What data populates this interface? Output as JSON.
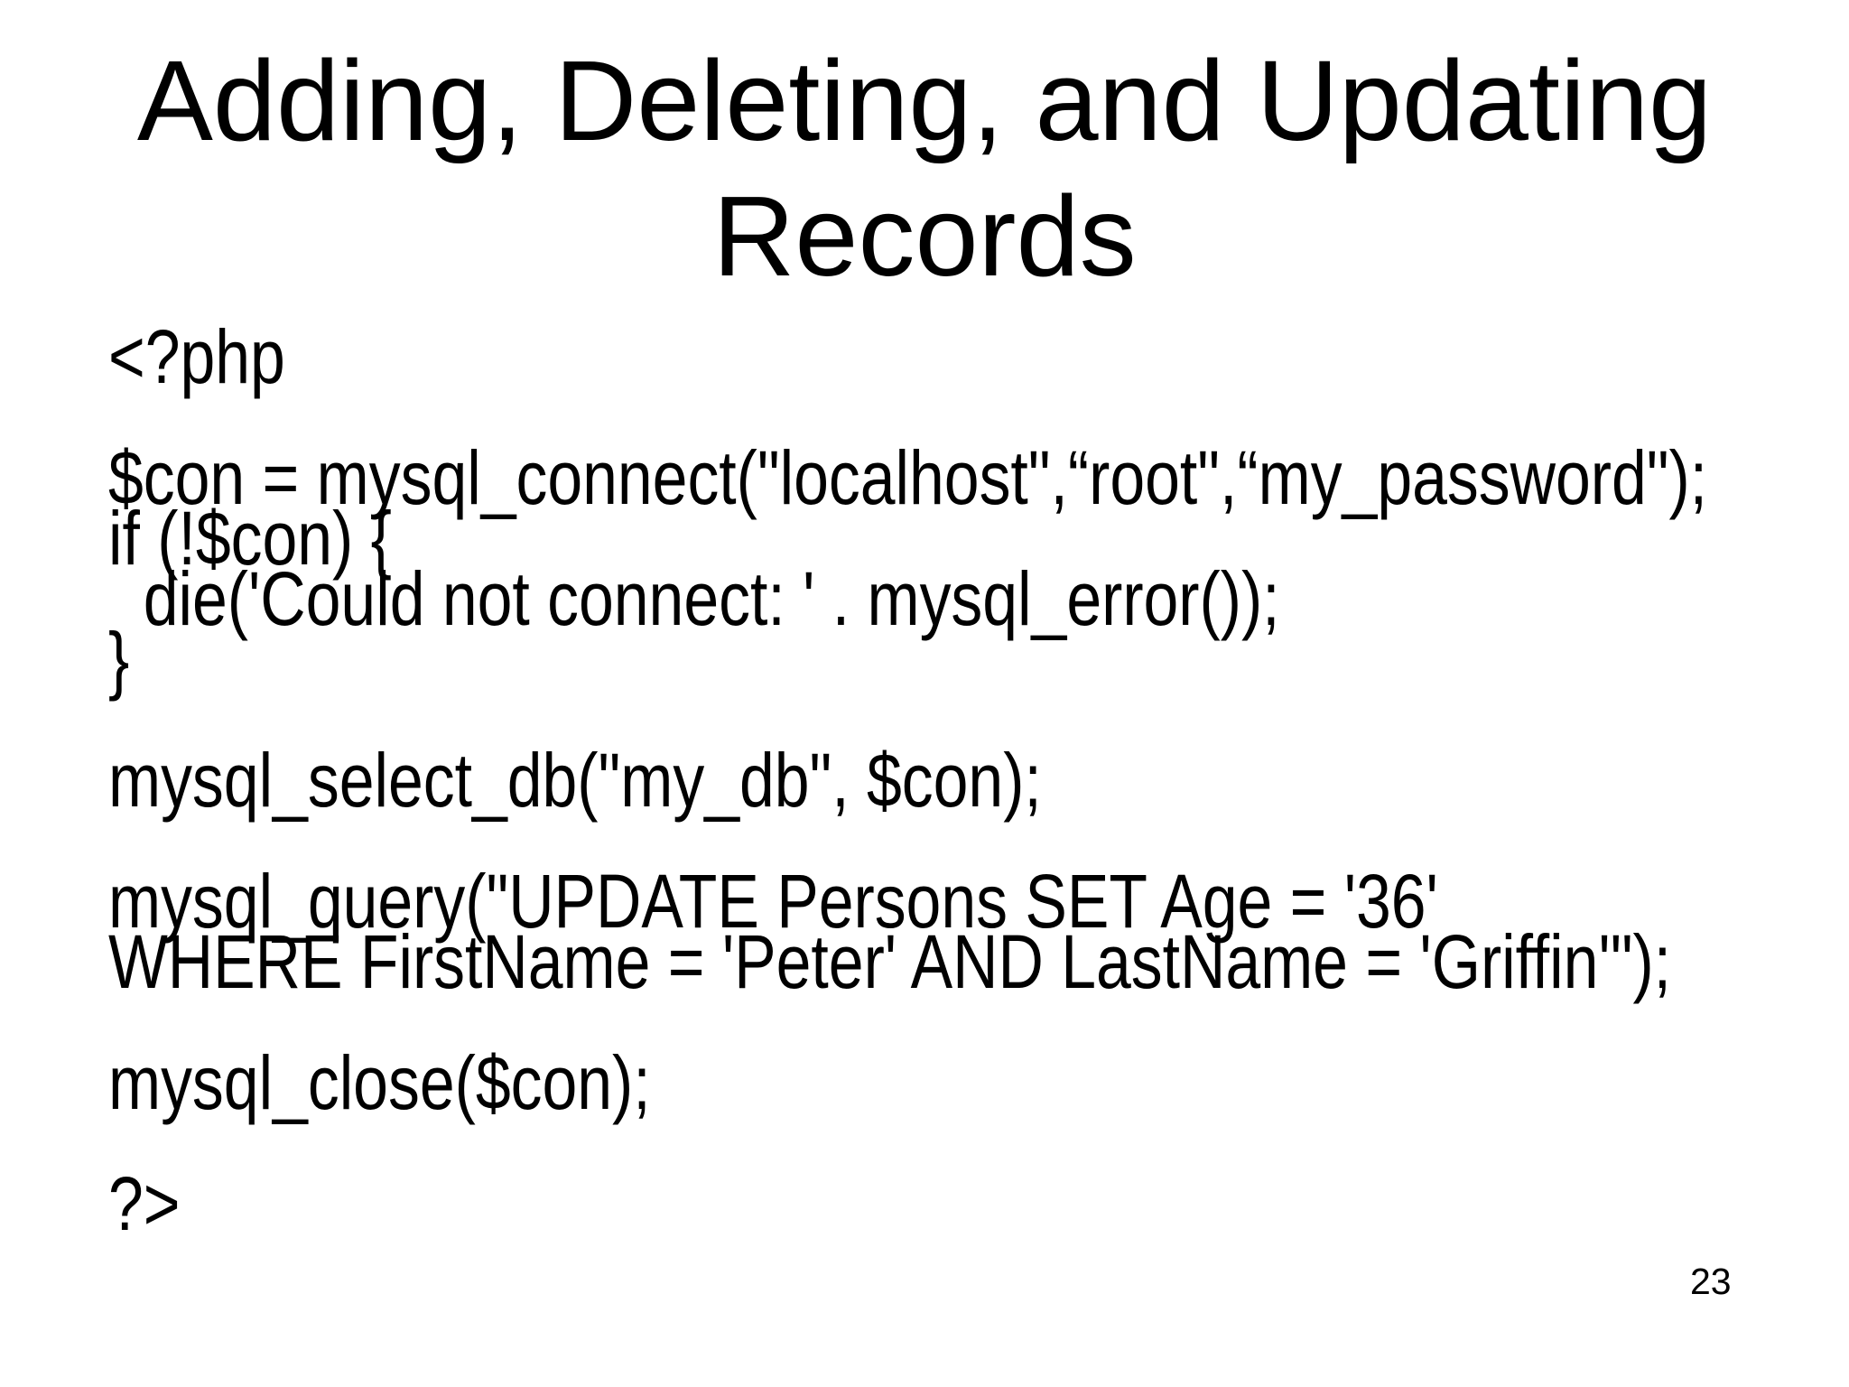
{
  "slide": {
    "title": "Adding, Deleting, and Updating Records",
    "page_number": "23",
    "text_color": "#000000",
    "background_color": "#ffffff",
    "code_lines": [
      "<?php",
      "",
      "$con = mysql_connect(\"localhost\",“root\",“my_password\");",
      "if (!$con) {",
      "  die('Could not connect: ' . mysql_error());",
      "}",
      "",
      "mysql_select_db(\"my_db\", $con);",
      "",
      "mysql_query(\"UPDATE Persons SET Age = '36'",
      "WHERE FirstName = 'Peter' AND LastName = 'Griffin'\");",
      "",
      "mysql_close($con);",
      "",
      "?>"
    ]
  }
}
